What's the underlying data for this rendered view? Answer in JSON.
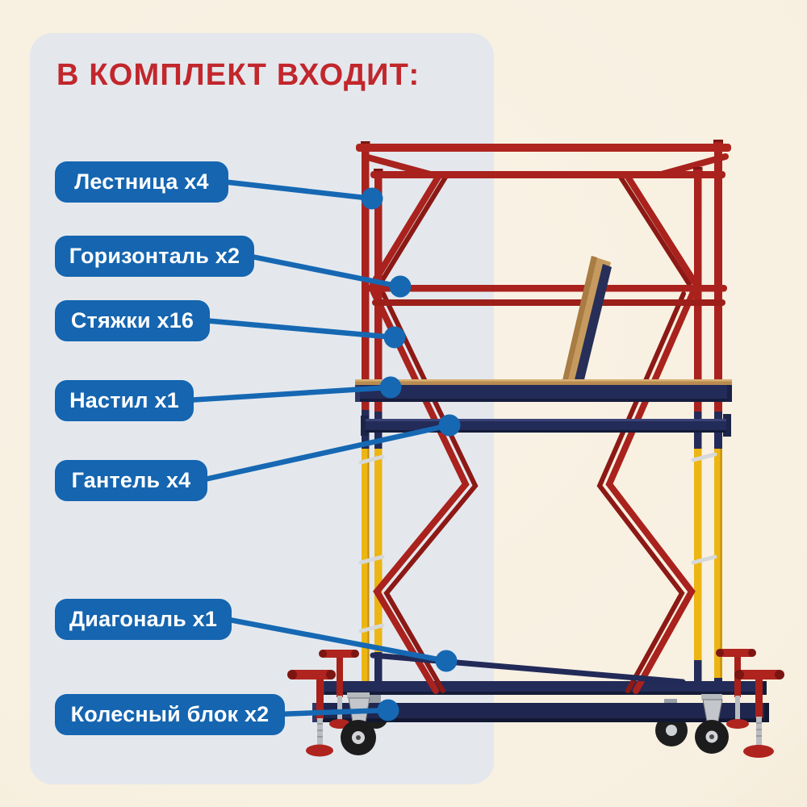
{
  "header": {
    "title": "В КОМПЛЕКТ ВХОДИТ:"
  },
  "callouts": [
    {
      "id": "ladder",
      "label": "Лестница x4"
    },
    {
      "id": "horizontal",
      "label": "Горизонталь x2"
    },
    {
      "id": "ties",
      "label": "Стяжки x16"
    },
    {
      "id": "deck",
      "label": "Настил x1"
    },
    {
      "id": "dumbbell",
      "label": "Гантель x4"
    },
    {
      "id": "diagonal",
      "label": "Диагональ x1"
    },
    {
      "id": "wheel_block",
      "label": "Колесный блок x2"
    }
  ],
  "theme": {
    "panel": "#e4e8ed",
    "title_color": "#c1272c",
    "callout_bg": "#1565b0",
    "callout_text": "#ffffff",
    "leader_color": "#1668b3",
    "frame_red": "#a9221d",
    "base_navy": "#232b58",
    "leg_yellow": "#ecb513",
    "deck_wood": "#c69a5e"
  }
}
